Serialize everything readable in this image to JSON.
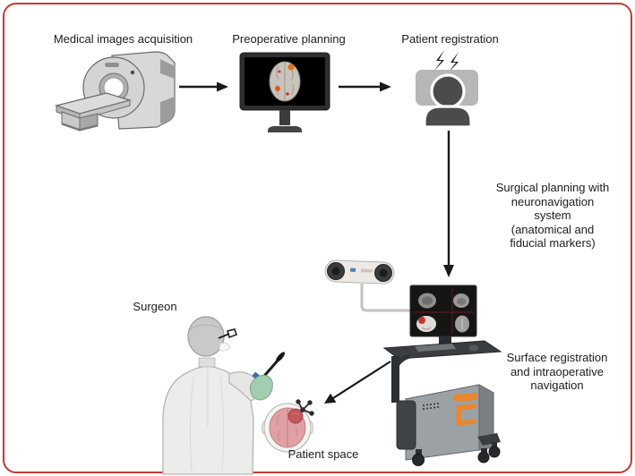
{
  "workflow": {
    "steps": [
      {
        "id": "acquisition",
        "label": "Medical images acquisition",
        "icon": "mri-scanner-icon"
      },
      {
        "id": "planning",
        "label": "Preoperative planning",
        "icon": "planning-monitor-icon"
      },
      {
        "id": "registration",
        "label": "Patient registration",
        "icon": "patient-registration-icon"
      }
    ],
    "flow_annotation": "Surgical planning with\nneuronavigation\nsystem\n(anatomical and\nfiducial markers)",
    "navigation_annotation": "Surface registration\nand intraoperative\nnavigation",
    "surgeon_label": "Surgeon",
    "patient_space_label": "Patient space"
  },
  "icons": [
    "mri-scanner-icon",
    "planning-monitor-icon",
    "patient-registration-icon",
    "lightning-bolt-icon",
    "tracking-camera-icon",
    "navigation-monitor-icon",
    "keyboard-tray-icon",
    "navigation-cart-icon",
    "surgeon-figure",
    "pointer-probe-icon",
    "patient-head-icon",
    "reference-marker-icon",
    "arrow-right-icon",
    "arrow-down-icon",
    "arrow-diagonal-icon"
  ],
  "colors": {
    "frame_border": "#c33b32",
    "arrow": "#1a1a1a",
    "accent_orange": "#e8872e",
    "tumor_red": "#c2575d",
    "glove_green": "#a3cdb0",
    "brain_pink": "#dfa1a3",
    "screen_black": "#0a0a0a",
    "device_gray": "#9ba1a5"
  }
}
